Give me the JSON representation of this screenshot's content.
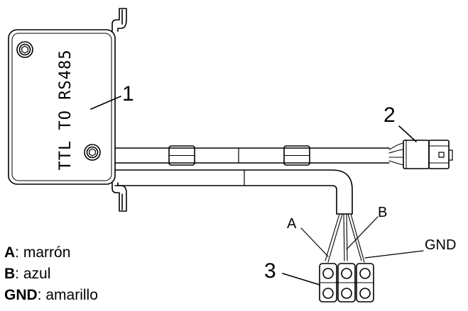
{
  "module": {
    "text": "TTL TO RS485"
  },
  "callouts": {
    "c1": "1",
    "c2": "2",
    "c3": "3"
  },
  "wire_labels": {
    "a": "A",
    "b": "B",
    "gnd": "GND"
  },
  "legend": [
    {
      "key": "A",
      "sep": ":",
      "value": "marrón"
    },
    {
      "key": "B",
      "sep": ":",
      "value": "azul"
    },
    {
      "key": "GND",
      "sep": ":",
      "value": "amarillo"
    }
  ]
}
